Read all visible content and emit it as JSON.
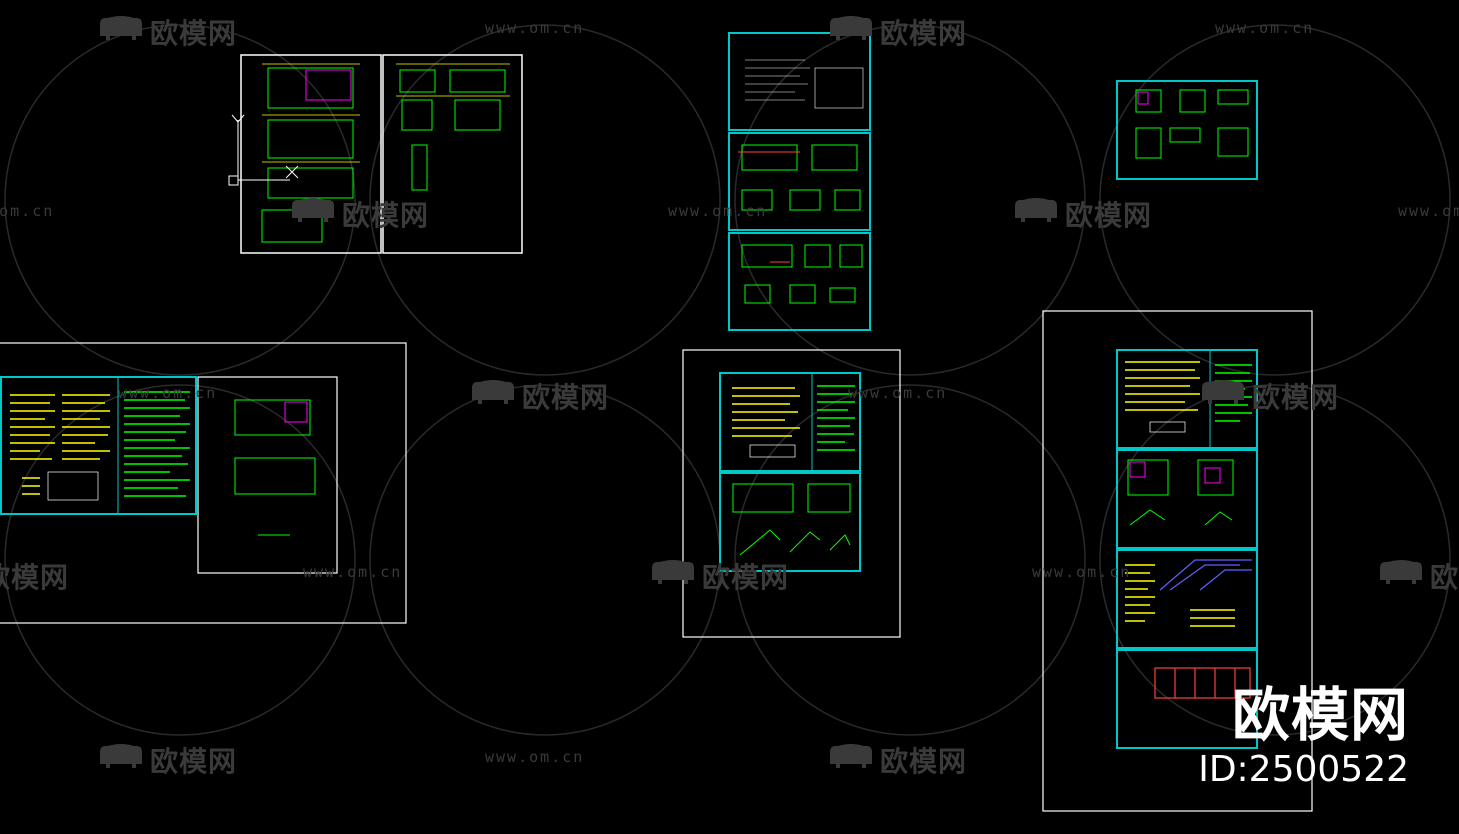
{
  "watermark": {
    "brand_text": "欧模网",
    "url_text": "www.om.cn"
  },
  "brand": {
    "name": "欧模网",
    "id_label": "ID:2500522"
  },
  "colors": {
    "background": "#000000",
    "sheet_border": "#00c8c8",
    "frame_border": "#ffffff",
    "annotation_yellow": "#ffff00",
    "annotation_green": "#00ff00",
    "watermark": "#3a3a3a"
  },
  "icons": [
    "sofa-logo-icon",
    "cad-cursor-icon"
  ]
}
